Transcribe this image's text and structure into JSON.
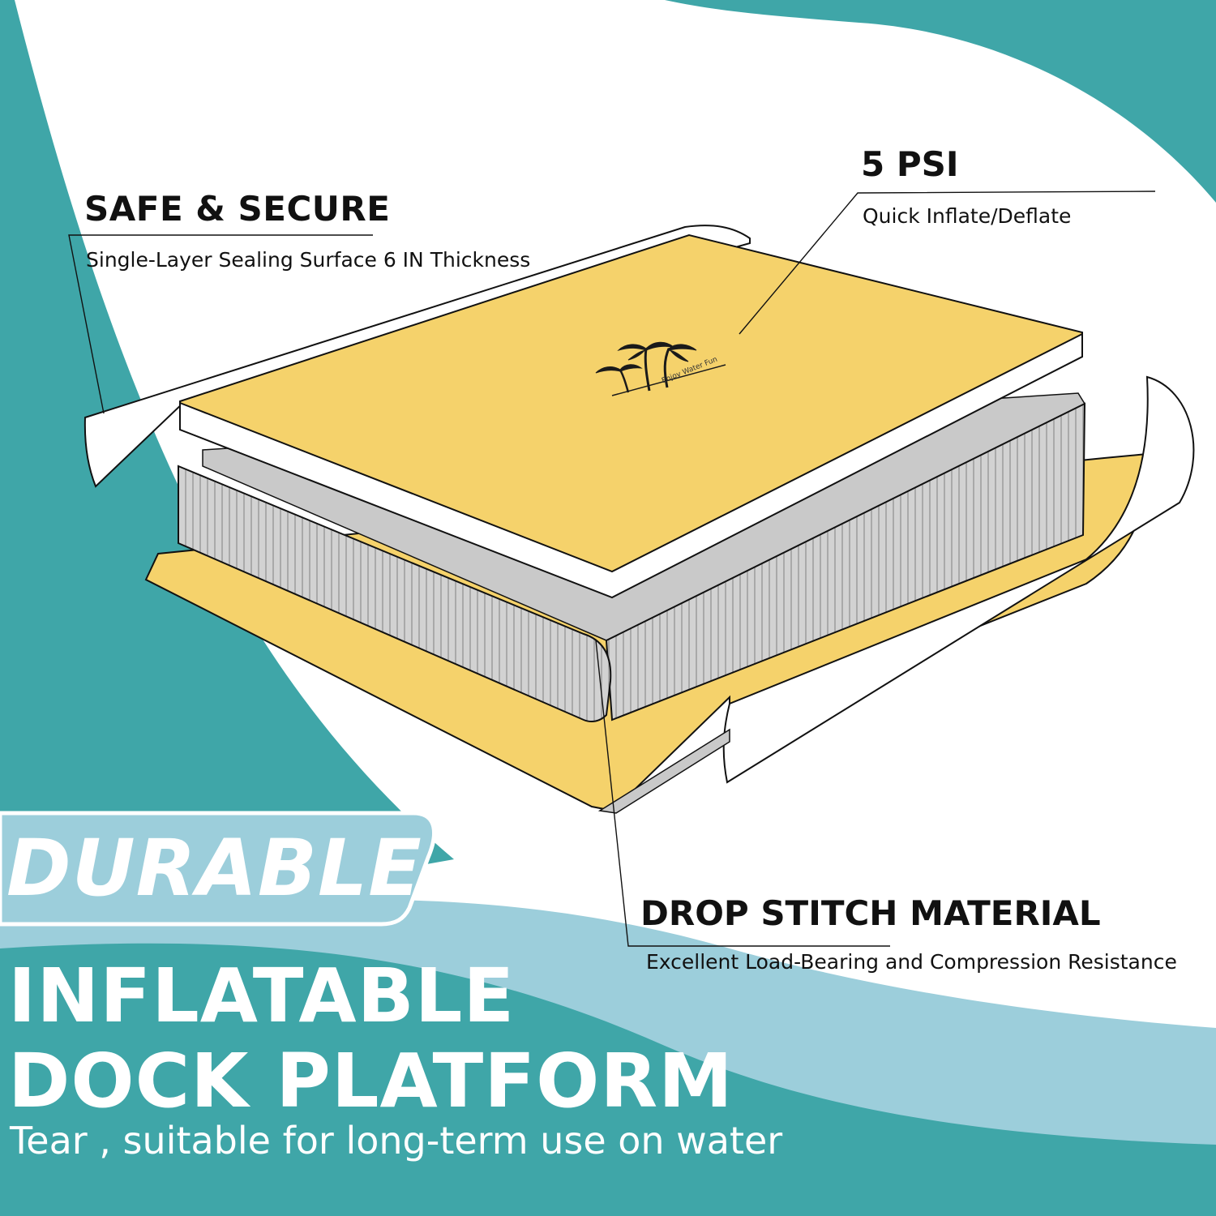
{
  "colors": {
    "teal": "#3fa6a8",
    "light_blue": "#9ccedb",
    "yellow": "#f5d26b",
    "grey": "#c9c9c9",
    "white": "#ffffff",
    "text_dark": "#111111"
  },
  "callouts": {
    "safe": {
      "title": "SAFE & SECURE",
      "subtitle": "Single-Layer Sealing Surface 6 IN Thickness"
    },
    "psi": {
      "title": "5 PSI",
      "subtitle": "Quick Inflate/Deflate"
    },
    "drop_stitch": {
      "title": "DROP STITCH MATERIAL",
      "subtitle": "Excellent Load-Bearing and Compression Resistance"
    }
  },
  "badge": {
    "label": "DURABLE"
  },
  "headline": {
    "line1": "INFLATABLE",
    "line2": "DOCK PLATFORM",
    "tagline": "Tear , suitable for long-term use on water"
  },
  "logo": {
    "icon": "palm-tree-icon",
    "text": "Enjoy Water Fun"
  }
}
